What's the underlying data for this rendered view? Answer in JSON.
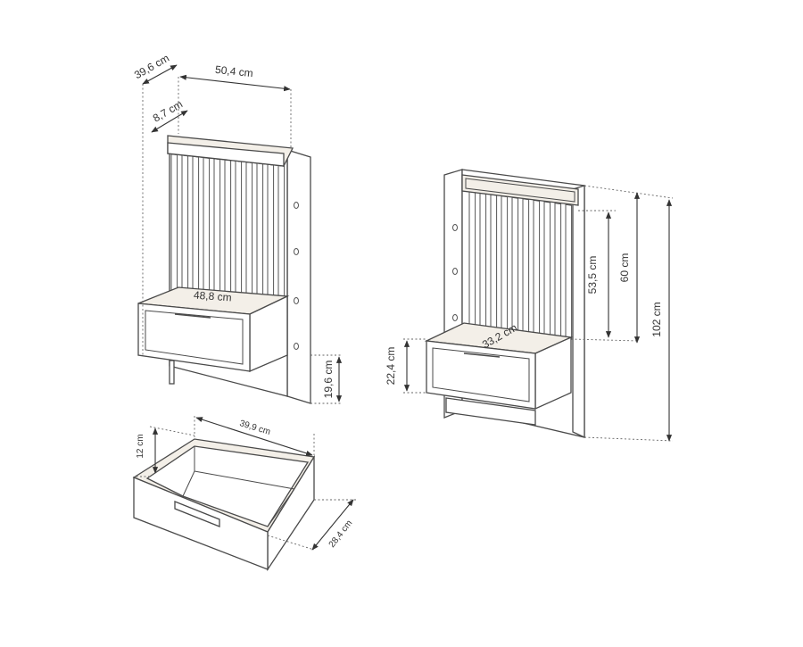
{
  "diagram": {
    "left_unit": {
      "depth_label": "39,6 cm",
      "width_label": "50,4 cm",
      "shelf_depth_label": "8,7 cm",
      "drawer_width_label": "48,8 cm",
      "drawer_height_label": "19,6 cm"
    },
    "right_unit": {
      "drawer_depth_label": "33,2 cm",
      "drawer_height_label": "22,4 cm",
      "slats_height_label": "53,5 cm",
      "top_height_label": "60 cm",
      "total_height_label": "102 cm"
    },
    "drawer_detail": {
      "width_label": "39,9 cm",
      "height_label": "12 cm",
      "depth_label": "28,4 cm"
    },
    "colors": {
      "line": "#4a4a4a",
      "wood_fill": "#f3efe8",
      "background": "#ffffff"
    }
  }
}
